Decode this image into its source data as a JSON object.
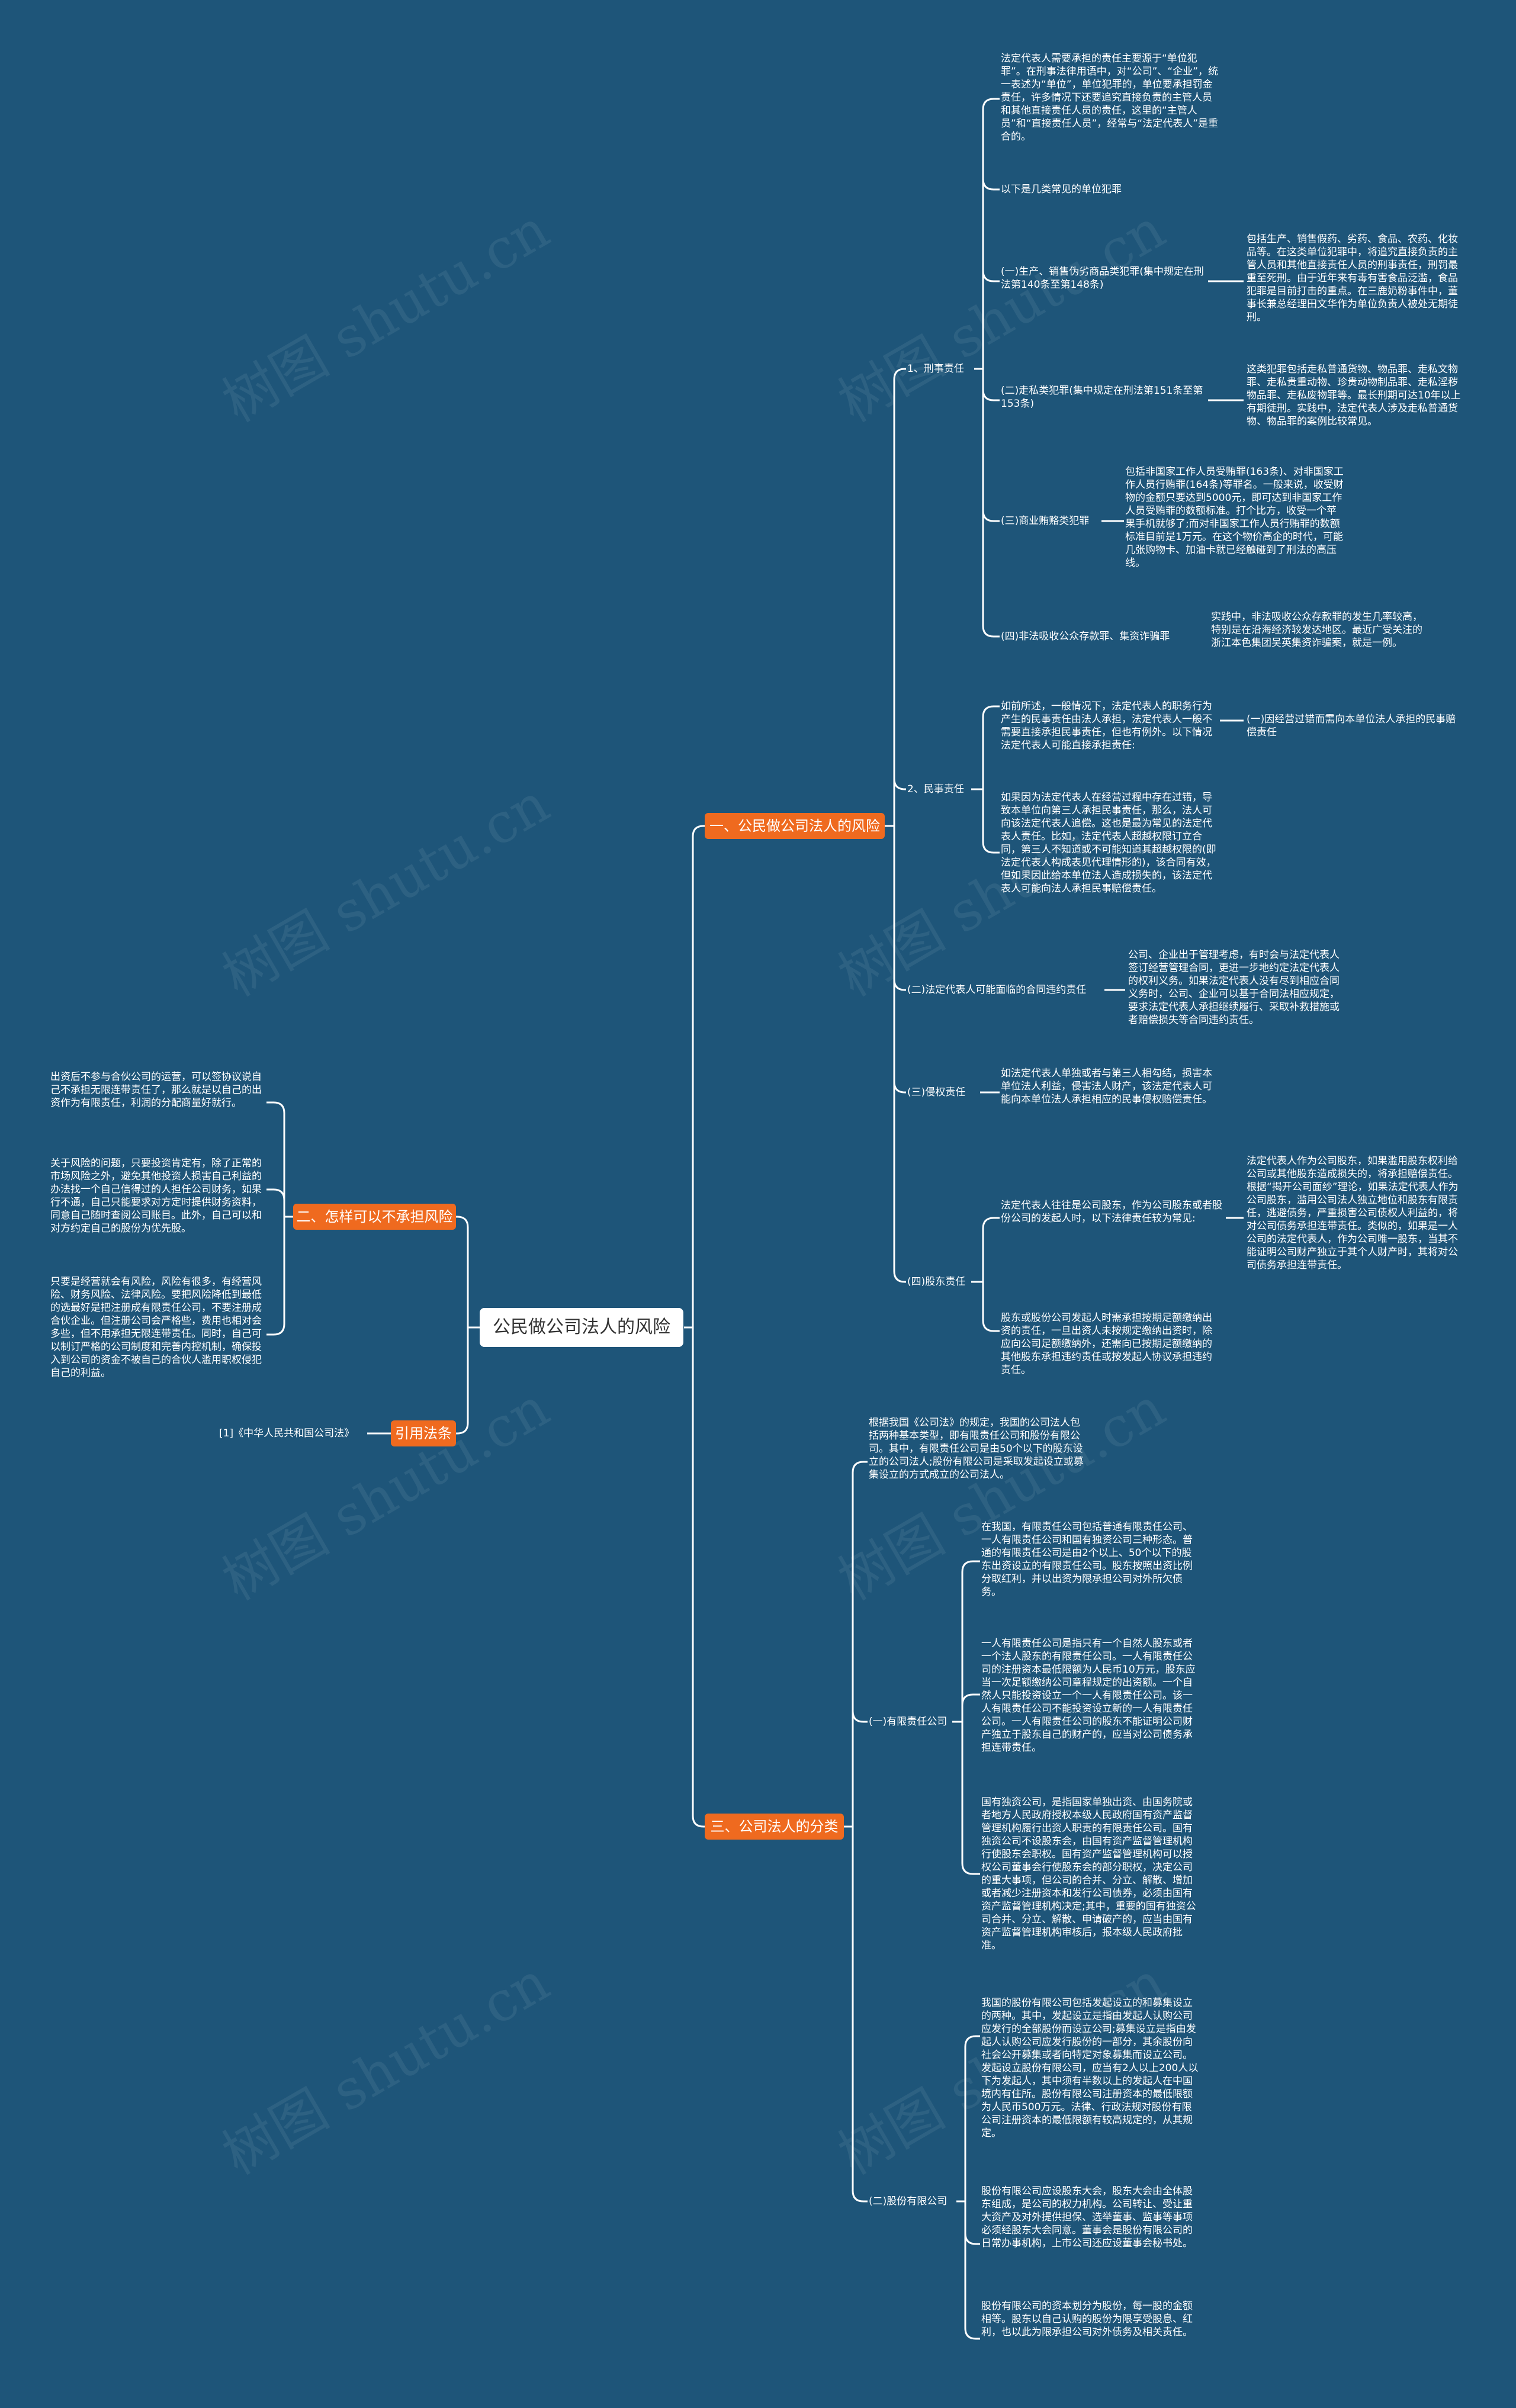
{
  "root": "公民做公司法人的风险",
  "watermark": "树图 shutu.cn",
  "branches": {
    "b1": "一、公民做公司法人的风险",
    "b2": "二、怎样可以不承担风险",
    "b3": "三、公司法人的分类",
    "b4": "引用法条"
  },
  "nodes": {
    "n1": "法定代表人需要承担的责任主要源于“单位犯罪”。在刑事法律用语中，对“公司”、“企业”，统一表述为“单位”，单位犯罪的，单位要承担罚金责任，许多情况下还要追究直接负责的主管人员和其他直接责任人员的责任，这里的“主管人员”和“直接责任人员”，经常与“法定代表人”是重合的。",
    "n2": "以下是几类常见的单位犯罪",
    "n3": "(一)生产、销售伪劣商品类犯罪(集中规定在刑法第140条至第148条)",
    "n4": "包括生产、销售假药、劣药、食品、农药、化妆品等。在这类单位犯罪中，将追究直接负责的主管人员和其他直接责任人员的刑事责任，刑罚最重至死刑。由于近年来有毒有害食品泛滥，食品犯罪是目前打击的重点。在三鹿奶粉事件中，董事长兼总经理田文华作为单位负责人被处无期徒刑。",
    "n5": "1、刑事责任",
    "n6": "(二)走私类犯罪(集中规定在刑法第151条至第153条)",
    "n7": "这类犯罪包括走私普通货物、物品罪、走私文物罪、走私贵重动物、珍贵动物制品罪、走私淫秽物品罪、走私废物罪等。最长刑期可达10年以上有期徒刑。实践中，法定代表人涉及走私普通货物、物品罪的案例比较常见。",
    "n8": "(三)商业贿赂类犯罪",
    "n9": "包括非国家工作人员受贿罪(163条)、对非国家工作人员行贿罪(164条)等罪名。一般来说，收受财物的金额只要达到5000元，即可达到非国家工作人员受贿罪的数额标准。打个比方，收受一个苹果手机就够了;而对非国家工作人员行贿罪的数额标准目前是1万元。在这个物价高企的时代，可能几张购物卡、加油卡就已经触碰到了刑法的高压线。",
    "n10": "(四)非法吸收公众存款罪、集资诈骗罪",
    "n11": "实践中，非法吸收公众存款罪的发生几率较高，特别是在沿海经济较发达地区。最近广受关注的浙江本色集团吴英集资诈骗案，就是一例。",
    "n12": "如前所述，一般情况下，法定代表人的职务行为产生的民事责任由法人承担，法定代表人一般不需要直接承担民事责任，但也有例外。以下情况法定代表人可能直接承担责任:",
    "n13": "(一)因经营过错而需向本单位法人承担的民事赔偿责任",
    "n14": "2、民事责任",
    "n15": "如果因为法定代表人在经营过程中存在过错，导致本单位向第三人承担民事责任，那么，法人可向该法定代表人追偿。这也是最为常见的法定代表人责任。比如，法定代表人超越权限订立合同，第三人不知道或不可能知道其超越权限的(即法定代表人构成表见代理情形的)，该合同有效，但如果因此给本单位法人造成损失的，该法定代表人可能向法人承担民事赔偿责任。",
    "n16": "(二)法定代表人可能面临的合同违约责任",
    "n17": "公司、企业出于管理考虑，有时会与法定代表人签订经营管理合同，更进一步地约定法定代表人的权利义务。如果法定代表人没有尽到相应合同义务时，公司、企业可以基于合同法相应规定，要求法定代表人承担继续履行、采取补救措施或者赔偿损失等合同违约责任。",
    "n18": "(三)侵权责任",
    "n19": "如法定代表人单独或者与第三人相勾结，损害本单位法人利益，侵害法人财产，该法定代表人可能向本单位法人承担相应的民事侵权赔偿责任。",
    "n20": "法定代表人往往是公司股东，作为公司股东或者股份公司的发起人时，以下法律责任较为常见:",
    "n21": "法定代表人作为公司股东，如果滥用股东权利给公司或其他股东造成损失的，将承担赔偿责任。根据“揭开公司面纱”理论，如果法定代表人作为公司股东，滥用公司法人独立地位和股东有限责任，逃避债务，严重损害公司债权人利益的，将对公司债务承担连带责任。类似的，如果是一人公司的法定代表人，作为公司唯一股东，当其不能证明公司财产独立于其个人财产时，其将对公司债务承担连带责任。",
    "n22": "(四)股东责任",
    "n23": "股东或股份公司发起人时需承担按期足额缴纳出资的责任，一旦出资人未按规定缴纳出资时，除应向公司足额缴纳外，还需向已按期足额缴纳的其他股东承担违约责任或按发起人协议承担违约责任。",
    "n24": "出资后不参与合伙公司的运营，可以签协议说自己不承担无限连带责任了，那么就是以自己的出资作为有限责任，利润的分配商量好就行。",
    "n25": "关于风险的问题，只要投资肯定有，除了正常的市场风险之外，避免其他投资人损害自己利益的办法找一个自己信得过的人担任公司财务，如果行不通，自己只能要求对方定时提供财务资料，同意自己随时查阅公司账目。此外，自己可以和对方约定自己的股份为优先股。",
    "n26": "只要是经营就会有风险，风险有很多，有经营风险、财务风险、法律风险。要把风险降低到最低的选最好是把注册成有限责任公司，不要注册成合伙企业。但注册公司会严格些，费用也相对会多些，但不用承担无限连带责任。同时，自己可以制订严格的公司制度和完善内控机制，确保投入到公司的资金不被自己的合伙人滥用职权侵犯自己的利益。",
    "n27": "[1]《中华人民共和国公司法》",
    "n28": "根据我国《公司法》的规定，我国的公司法人包括两种基本类型，即有限责任公司和股份有限公司。其中，有限责任公司是由50个以下的股东设立的公司法人;股份有限公司是采取发起设立或募集设立的方式成立的公司法人。",
    "n29": "在我国，有限责任公司包括普通有限责任公司、一人有限责任公司和国有独资公司三种形态。普通的有限责任公司是由2个以上、50个以下的股东出资设立的有限责任公司。股东按照出资比例分取红利，并以出资为限承担公司对外所欠债务。",
    "n30": "(一)有限责任公司",
    "n31": "一人有限责任公司是指只有一个自然人股东或者一个法人股东的有限责任公司。一人有限责任公司的注册资本最低限额为人民币10万元，股东应当一次足额缴纳公司章程规定的出资额。一个自然人只能投资设立一个一人有限责任公司。该一人有限责任公司不能投资设立新的一人有限责任公司。一人有限责任公司的股东不能证明公司财产独立于股东自己的财产的，应当对公司债务承担连带责任。",
    "n32": "国有独资公司，是指国家单独出资、由国务院或者地方人民政府授权本级人民政府国有资产监督管理机构履行出资人职责的有限责任公司。国有独资公司不设股东会，由国有资产监督管理机构行使股东会职权。国有资产监督管理机构可以授权公司董事会行使股东会的部分职权，决定公司的重大事项，但公司的合并、分立、解散、增加或者减少注册资本和发行公司债券，必须由国有资产监督管理机构决定;其中，重要的国有独资公司合并、分立、解散、申请破产的，应当由国有资产监督管理机构审核后，报本级人民政府批准。",
    "n33": "我国的股份有限公司包括发起设立的和募集设立的两种。其中，发起设立是指由发起人认购公司应发行的全部股份而设立公司;募集设立是指由发起人认购公司应发行股份的一部分，其余股份向社会公开募集或者向特定对象募集而设立公司。发起设立股份有限公司，应当有2人以上200人以下为发起人，其中须有半数以上的发起人在中国境内有住所。股份有限公司注册资本的最低限额为人民币500万元。法律、行政法规对股份有限公司注册资本的最低限额有较高规定的，从其规定。",
    "n34": "(二)股份有限公司",
    "n35": "股份有限公司应设股东大会，股东大会由全体股东组成，是公司的权力机构。公司转让、受让重大资产及对外提供担保、选举董事、监事等事项必须经股东大会同意。董事会是股份有限公司的日常办事机构，上市公司还应设董事会秘书处。",
    "n36": "股份有限公司的资本划分为股份，每一股的金额相等。股东以自己认购的股份为限享受股息、红利，也以此为限承担公司对外债务及相关责任。"
  }
}
